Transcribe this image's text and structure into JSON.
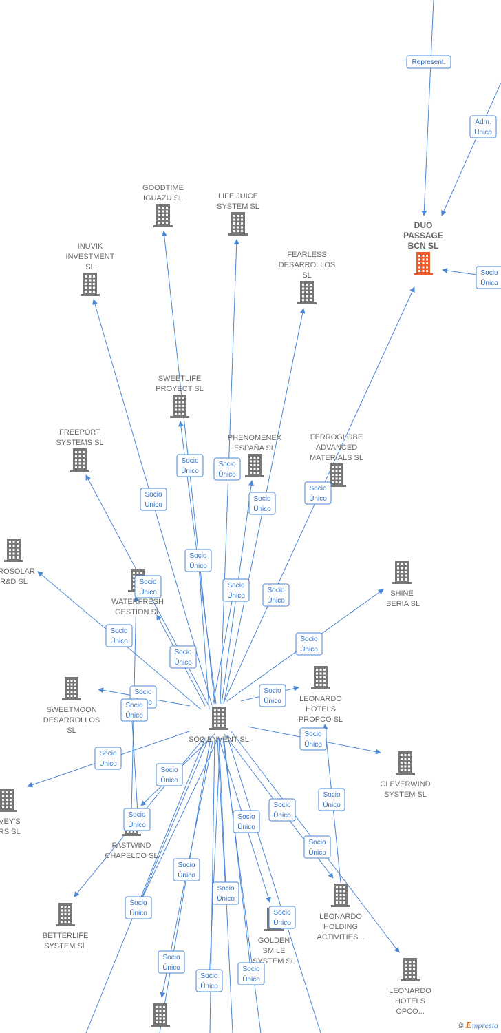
{
  "center": {
    "id": "socienvent",
    "label_lines": [
      "SOCIENVENT SL"
    ]
  },
  "highlight": {
    "id": "duo",
    "label_lines": [
      "DUO",
      "PASSAGE",
      "BCN  SL"
    ],
    "color": "#f05a2a"
  },
  "colors": {
    "edge": "#4a87d6",
    "building": "#777777",
    "label": "#666666"
  },
  "nodes": [
    {
      "id": "goodtime",
      "label_lines": [
        "GOODTIME",
        "IGUAZU  SL"
      ]
    },
    {
      "id": "lifejuice",
      "label_lines": [
        "LIFE JUICE",
        "SYSTEM  SL"
      ]
    },
    {
      "id": "inuvik",
      "label_lines": [
        "INUVIK",
        "INVESTMENT",
        "SL"
      ]
    },
    {
      "id": "fearless",
      "label_lines": [
        "FEARLESS",
        "DESARROLLOS",
        "SL"
      ]
    },
    {
      "id": "sweetlife",
      "label_lines": [
        "SWEETLIFE",
        "PROYECT  SL"
      ]
    },
    {
      "id": "freeport",
      "label_lines": [
        "FREEPORT",
        "SYSTEMS  SL"
      ]
    },
    {
      "id": "phenomenex",
      "label_lines": [
        "PHENOMENEX",
        "ESPAÑA  SL"
      ]
    },
    {
      "id": "ferroglobe",
      "label_lines": [
        "FERROGLOBE",
        "ADVANCED",
        "MATERIALS  SL"
      ]
    },
    {
      "id": "ferrosolar",
      "label_lines": [
        "RROSOLAR",
        "R&D  SL"
      ]
    },
    {
      "id": "waterfresh",
      "label_lines": [
        "WATERFRESH",
        "GESTION  SL"
      ]
    },
    {
      "id": "shine",
      "label_lines": [
        "SHINE",
        "IBERIA  SL"
      ]
    },
    {
      "id": "sweetmoon",
      "label_lines": [
        "SWEETMOON",
        "DESARROLLOS",
        "SL"
      ]
    },
    {
      "id": "leonardopropco",
      "label_lines": [
        "LEONARDO",
        "HOTELS",
        "PROPCO  SL"
      ]
    },
    {
      "id": "cleverwind",
      "label_lines": [
        "CLEVERWIND",
        "SYSTEM  SL"
      ]
    },
    {
      "id": "harveys",
      "label_lines": [
        "RVEY'S",
        "ARS  SL"
      ]
    },
    {
      "id": "fastwind",
      "label_lines": [
        "FASTWIND",
        "CHAPELCO  SL"
      ]
    },
    {
      "id": "betterlife",
      "label_lines": [
        "BETTERLIFE",
        "SYSTEM  SL"
      ]
    },
    {
      "id": "goldensmile",
      "label_lines": [
        "GOLDEN",
        "SMILE",
        "SYSTEM  SL"
      ]
    },
    {
      "id": "leonardoholding",
      "label_lines": [
        "LEONARDO",
        "HOLDING",
        "ACTIVITIES..."
      ]
    },
    {
      "id": "leonardoopco",
      "label_lines": [
        "LEONARDO",
        "HOTELS",
        "OPCO..."
      ]
    },
    {
      "id": "bottomnode",
      "label_lines": []
    }
  ],
  "edges": [
    {
      "from": "top",
      "to": "duo",
      "badge": [
        "Represent."
      ]
    },
    {
      "from": "topright",
      "to": "duo",
      "badge": [
        "Adm.",
        "Unico"
      ]
    },
    {
      "from": "right",
      "to": "duo",
      "badge": [
        "Socio",
        "Único"
      ]
    },
    {
      "from": "socienvent",
      "to": "duo",
      "badge": [
        "Socio",
        "Único"
      ]
    },
    {
      "from": "socienvent",
      "to": "goodtime",
      "badge": [
        "Socio",
        "Único"
      ]
    },
    {
      "from": "socienvent",
      "to": "lifejuice",
      "badge": [
        "Socio",
        "Único"
      ]
    },
    {
      "from": "socienvent",
      "to": "inuvik",
      "badge": [
        "Socio",
        "Único"
      ]
    },
    {
      "from": "socienvent",
      "to": "fearless",
      "badge": [
        "Socio",
        "Único"
      ]
    },
    {
      "from": "socienvent",
      "to": "sweetlife",
      "badge": [
        "Socio",
        "Único"
      ]
    },
    {
      "from": "socienvent",
      "to": "phenomenex",
      "badge": [
        "Socio",
        "Único"
      ]
    },
    {
      "from": "socienvent",
      "to": "freeport",
      "badge": [
        "Socio",
        "Único"
      ]
    },
    {
      "from": "socienvent",
      "to": "ferrosolar",
      "badge": [
        "Socio",
        "Único"
      ]
    },
    {
      "from": "socienvent",
      "to": "waterfresh",
      "badge": [
        "Socio",
        "Único"
      ]
    },
    {
      "from": "socienvent",
      "to": "shine",
      "badge": [
        "Socio",
        "Único"
      ]
    },
    {
      "from": "socienvent",
      "to": "sweetmoon",
      "badge": [
        "Socio",
        "Único"
      ]
    },
    {
      "from": "socienvent",
      "to": "leonardopropco",
      "badge": [
        "Socio",
        "Único"
      ]
    },
    {
      "from": "socienvent",
      "to": "cleverwind",
      "badge": [
        "Socio",
        "Único"
      ]
    },
    {
      "from": "socienvent",
      "to": "harveys",
      "badge": [
        "Socio",
        "Único"
      ]
    },
    {
      "from": "socienvent",
      "to": "fastwind",
      "badge": [
        "Socio",
        "Único"
      ]
    },
    {
      "from": "fastwind",
      "to": "waterfresh",
      "badge": [
        "Socio",
        "Único"
      ]
    },
    {
      "from": "socienvent",
      "to": "betterlife",
      "badge": [
        "Socio",
        "Único"
      ]
    },
    {
      "from": "socienvent",
      "to": "goldensmile",
      "badge": [
        "Socio",
        "Único"
      ]
    },
    {
      "from": "socienvent",
      "to": "leonardoholding",
      "badge": [
        "Socio",
        "Único"
      ]
    },
    {
      "from": "leonardoholding",
      "to": "leonardopropco",
      "badge": [
        "Socio",
        "Único"
      ]
    },
    {
      "from": "socienvent",
      "to": "leonardoopco",
      "badge": [
        "Socio",
        "Único"
      ]
    },
    {
      "from": "socienvent",
      "to": "bottomnode",
      "badge": [
        "Socio",
        "Único"
      ]
    }
  ],
  "branding": {
    "copyright": "©",
    "name": "mpresia",
    "initial": "E"
  }
}
